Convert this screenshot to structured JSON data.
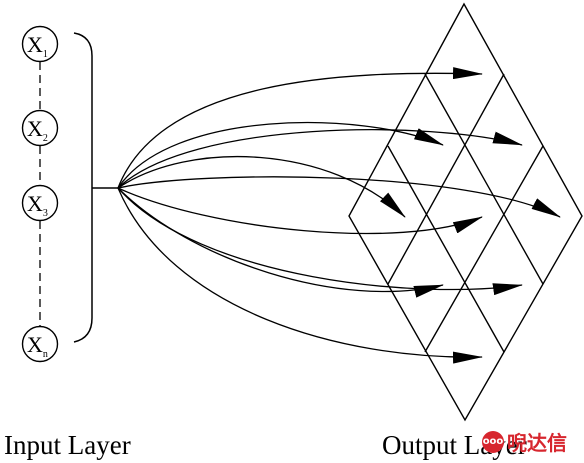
{
  "input_nodes": [
    {
      "base": "X",
      "sub": "1"
    },
    {
      "base": "X",
      "sub": "2"
    },
    {
      "base": "X",
      "sub": "3"
    },
    {
      "base": "X",
      "sub": "n"
    }
  ],
  "labels": {
    "input_layer": "Input Layer",
    "output_layer": "Output Layer"
  },
  "watermark": {
    "badge": "ooo",
    "text": "唲达信"
  },
  "colors": {
    "stroke": "#000000",
    "background": "#ffffff",
    "watermark": "#d7262e"
  }
}
